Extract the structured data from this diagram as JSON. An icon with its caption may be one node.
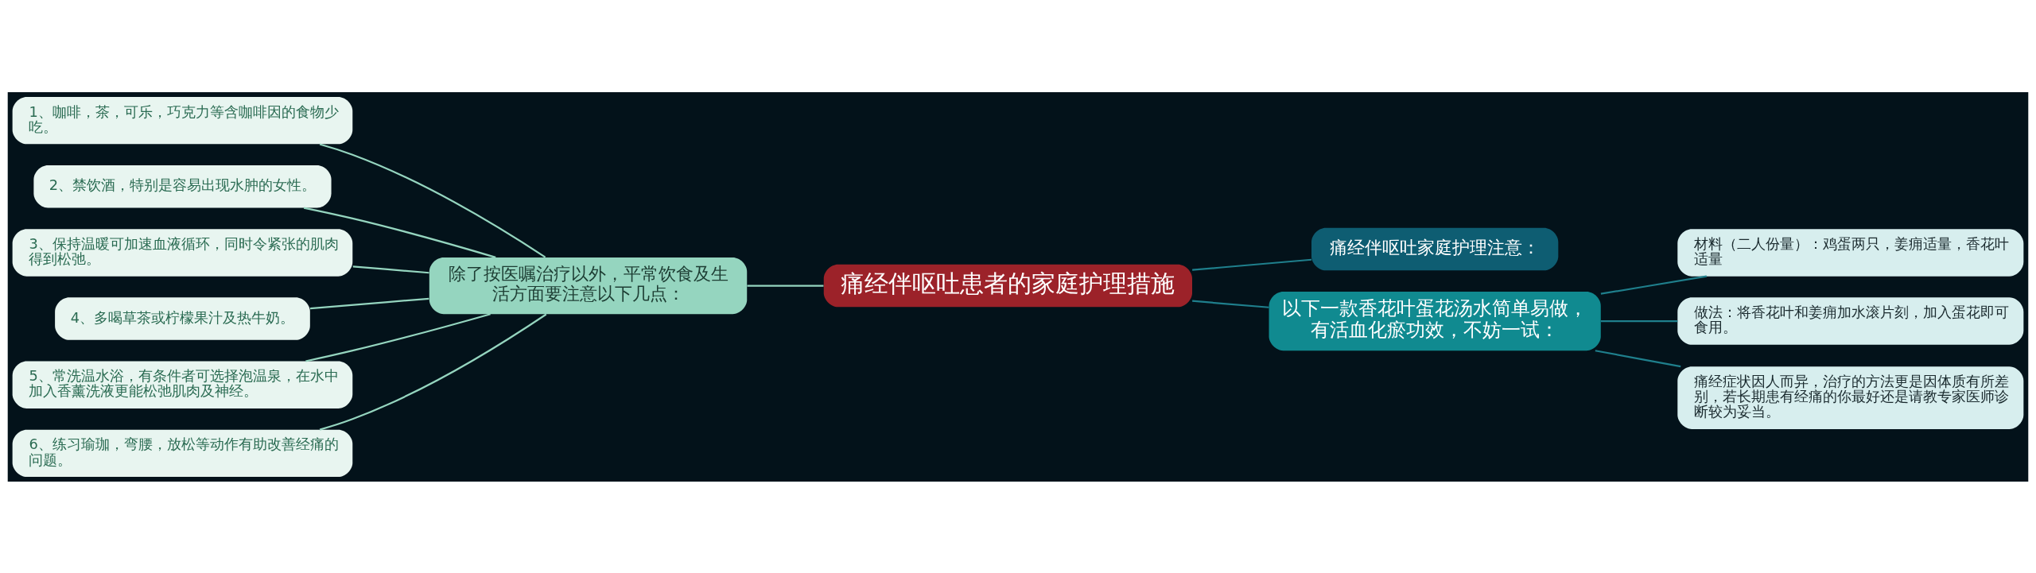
{
  "diagram": {
    "nodes": [
      {
        "text": [
          "痛经伴呕吐患者的家庭护理措施"
        ]
      },
      {
        "text": [
          "痛经伴呕吐家庭护理注意："
        ]
      },
      {
        "text": [
          "以下一款香花叶蛋花汤水简单易做，有活血化瘀功效，不妨一试："
        ]
      },
      {
        "text": [
          "材料（二人份量）：鸡蛋两只，姜痈适量，香花叶适量"
        ]
      },
      {
        "text": [
          "做法：将香花叶和姜痈加水滚片刻，加入蛋花即可食用。"
        ]
      },
      {
        "text": [
          "痛经症状因人而异，治疗的方法更是因体质有所差别，若长期患有经痛的你最好还是请教专家医师诊断较为妥当。"
        ]
      },
      {
        "text": [
          "除了按医嘱治疗以外，平常饮食及生活方面要注意以下几点："
        ]
      },
      {
        "text": [
          "1、咖啡，茶，可乐，巧克力等含咖啡因的食物少吃。"
        ]
      },
      {
        "text": [
          "2、禁饮酒，特别是容易出现水肿的女性。"
        ]
      },
      {
        "text": [
          "3、保持温暖可加速血液循环，同时令紧张的肌肉得到松弛。"
        ]
      },
      {
        "text": [
          "4、多喝草茶或柠檬果汁及热牛奶。"
        ]
      },
      {
        "text": [
          "5、常洗温水浴，有条件者可选择泡温泉，在水中加入香薰洗液更能松弛肌肉及神经。"
        ]
      },
      {
        "text": [
          "6、练习瑜珈，弯腰，放松等动作有助改善经痛的问题。"
        ]
      }
    ],
    "edges": [
      {
        "from": 0,
        "to": 1,
        "arrow": "none",
        "color": "#1f7f8c"
      },
      {
        "from": 0,
        "to": 2,
        "arrow": "none",
        "color": "#1f7f8c"
      },
      {
        "from": 2,
        "to": 3,
        "arrow": "none",
        "color": "#1f7f8c"
      },
      {
        "from": 2,
        "to": 4,
        "arrow": "none",
        "color": "#1f7f8c"
      },
      {
        "from": 2,
        "to": 5,
        "arrow": "none",
        "color": "#1f7f8c"
      },
      {
        "from": 0,
        "to": 6,
        "arrow": "none"
      },
      {
        "from": 6,
        "to": 7,
        "arrow": "none"
      },
      {
        "from": 6,
        "to": 8,
        "arrow": "none"
      },
      {
        "from": 6,
        "to": 9,
        "arrow": "none"
      },
      {
        "from": 6,
        "to": 10,
        "arrow": "none"
      },
      {
        "from": 6,
        "to": 11,
        "arrow": "none"
      },
      {
        "from": 6,
        "to": 12,
        "arrow": "none"
      }
    ]
  }
}
